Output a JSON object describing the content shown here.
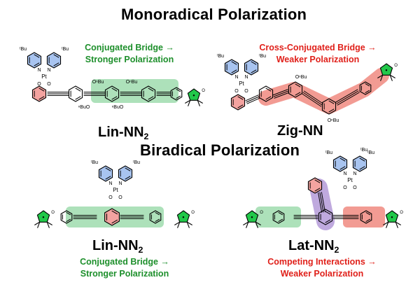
{
  "titles": {
    "monoradical": "Monoradical Polarization",
    "biradical": "Biradical Polarization"
  },
  "molecules": {
    "lin_top": {
      "name": "Lin-NN",
      "sub": "2",
      "desc1": "Conjugated Bridge →",
      "desc2": "Stronger Polarization"
    },
    "zig": {
      "name": "Zig-NN",
      "desc1": "Cross-Conjugated Bridge →",
      "desc2": "Weaker Polarization"
    },
    "lin_bottom": {
      "name": "Lin-NN",
      "sub": "2",
      "desc1": "Conjugated Bridge →",
      "desc2": "Stronger Polarization"
    },
    "lat": {
      "name": "Lat-NN",
      "sub": "2",
      "desc1": "Competing Interactions →",
      "desc2": "Weaker Polarization"
    }
  },
  "atoms": {
    "pt": "Pt",
    "n": "N",
    "o": "O",
    "tbu": "ᵗBu",
    "obu": "OⁿBu",
    "buo": "ⁿBuO",
    "radical": "•"
  },
  "colors": {
    "conjugated": "#1d8f2b",
    "cross": "#e0201a",
    "highlight_green": "#9fdcae",
    "highlight_red": "#f08a80",
    "highlight_purple": "#b49ad8",
    "pyridine": "#a8c4f0",
    "catecholate": "#f4a3a0",
    "nitronyl": "#22c84a"
  }
}
